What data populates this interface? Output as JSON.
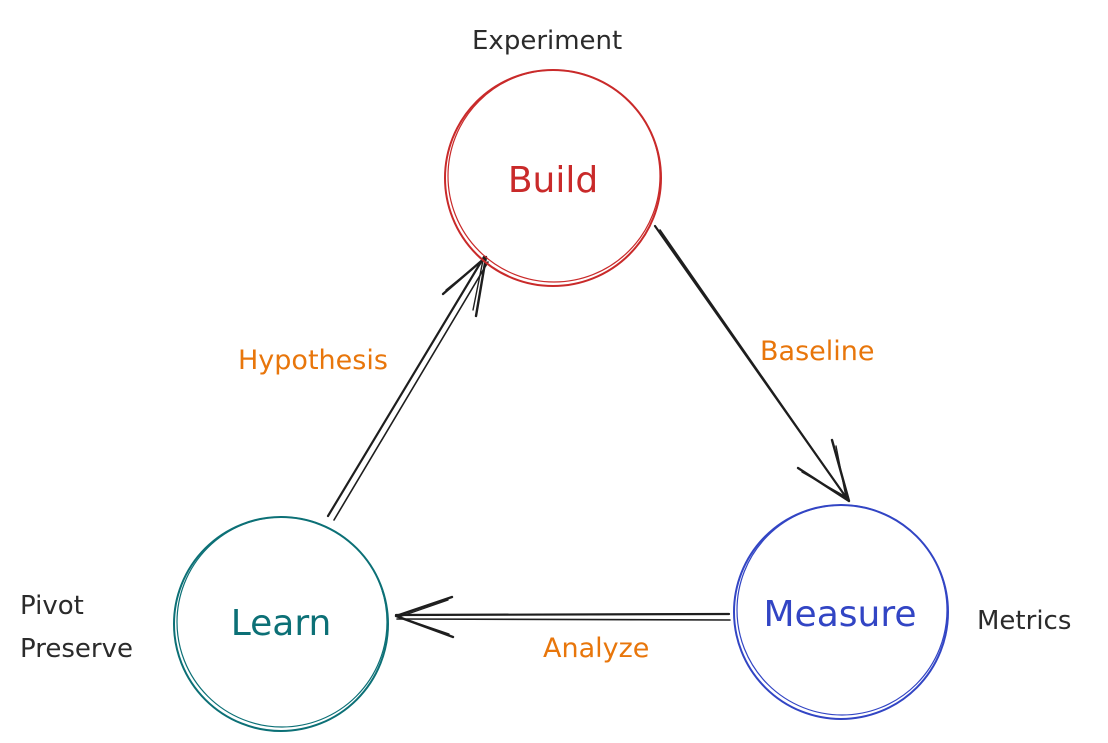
{
  "nodes": {
    "build": {
      "label": "Build",
      "color": "#c92a2a"
    },
    "measure": {
      "label": "Measure",
      "color": "#3245c4"
    },
    "learn": {
      "label": "Learn",
      "color": "#0c7076"
    }
  },
  "edges": [
    {
      "from": "build",
      "to": "measure",
      "label": "Baseline"
    },
    {
      "from": "measure",
      "to": "learn",
      "label": "Analyze"
    },
    {
      "from": "learn",
      "to": "build",
      "label": "Hypothesis"
    }
  ],
  "notes": {
    "build": "Experiment",
    "measure": "Metrics",
    "learn_line1": "Pivot",
    "learn_line2": "Preserve"
  },
  "colors": {
    "edge_label": "#e8760b",
    "arrow": "#1e1e1e",
    "note": "#2b2b2b"
  }
}
